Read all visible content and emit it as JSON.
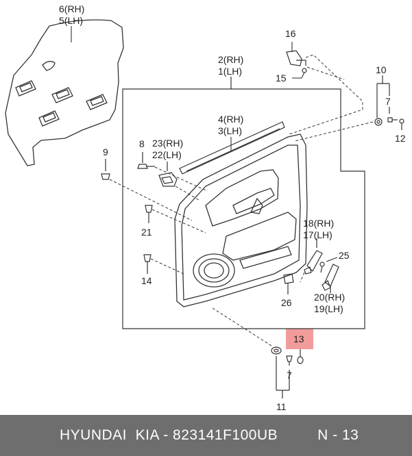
{
  "diagram": {
    "highlight_color": "#f08a8a",
    "line_color": "#333333",
    "labels": {
      "p6rh": "6(RH)",
      "p5lh": "5(LH)",
      "p2rh": "2(RH)",
      "p1lh": "1(LH)",
      "p16": "16",
      "p15": "15",
      "p10": "10",
      "p7a": "7",
      "p12": "12",
      "p4rh": "4(RH)",
      "p3lh": "3(LH)",
      "p8": "8",
      "p23rh": "23(RH)",
      "p22lh": "22(LH)",
      "p9": "9",
      "p21": "21",
      "p14": "14",
      "p18rh": "18(RH)",
      "p17lh": "17(LH)",
      "p25": "25",
      "p20rh": "20(RH)",
      "p19lh": "19(LH)",
      "p26": "26",
      "p13": "13",
      "p7b": "7",
      "p11": "11"
    }
  },
  "footer": {
    "part_text": "HYUNDAI  KIA - 823141F100UB",
    "ref_text": "N - 13"
  }
}
